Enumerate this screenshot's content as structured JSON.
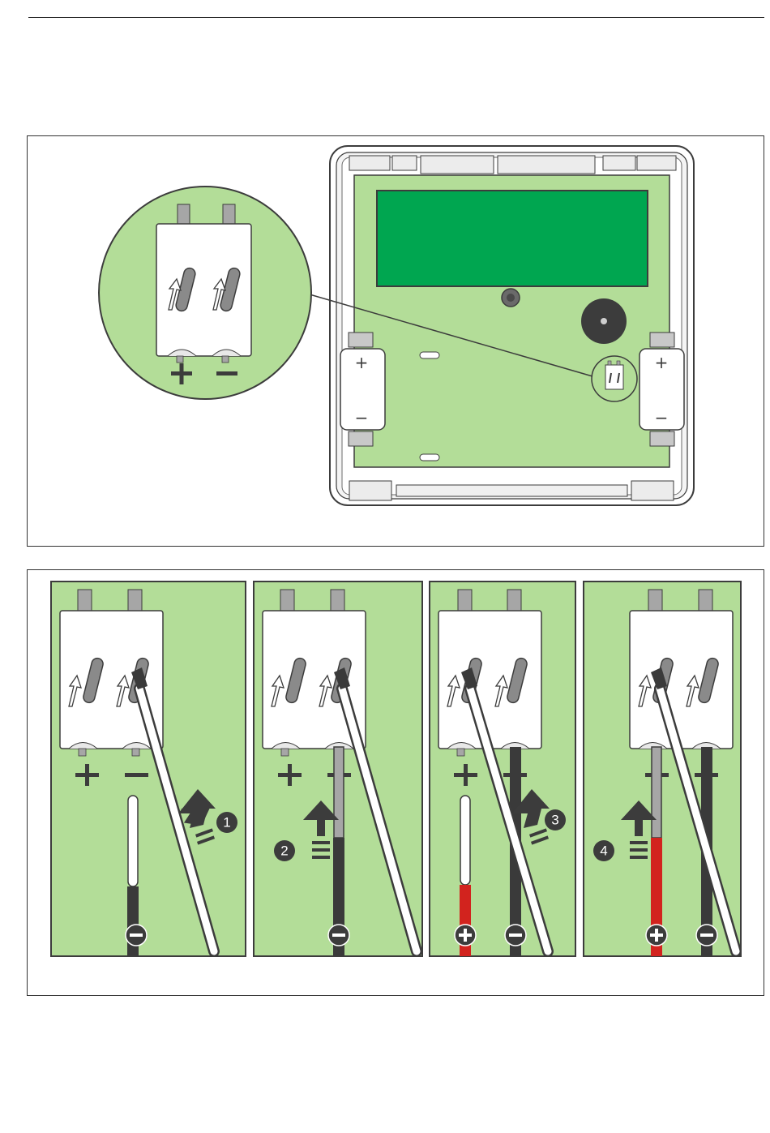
{
  "colors": {
    "board_green": "#b3dd98",
    "lcd_green": "#00a650",
    "outline": "#3c3c3c",
    "contact_grey": "#a6a6a6",
    "wire_dark": "#3a3a3a",
    "wire_red": "#d2231e",
    "frame_grey": "#e6e6e6"
  },
  "battery_symbols": {
    "plus": "+",
    "minus": "−"
  },
  "icons": [
    "battery-terminal-icon",
    "screwdriver-icon",
    "push-arrow-icon",
    "wire-icon",
    "polarity-badge-icon"
  ],
  "steps": [
    {
      "number": "1",
      "badge": "minus"
    },
    {
      "number": "2",
      "badge": "minus"
    },
    {
      "number": "3",
      "badges": [
        "plus",
        "minus"
      ]
    },
    {
      "number": "4",
      "badges": [
        "plus",
        "minus"
      ]
    }
  ]
}
